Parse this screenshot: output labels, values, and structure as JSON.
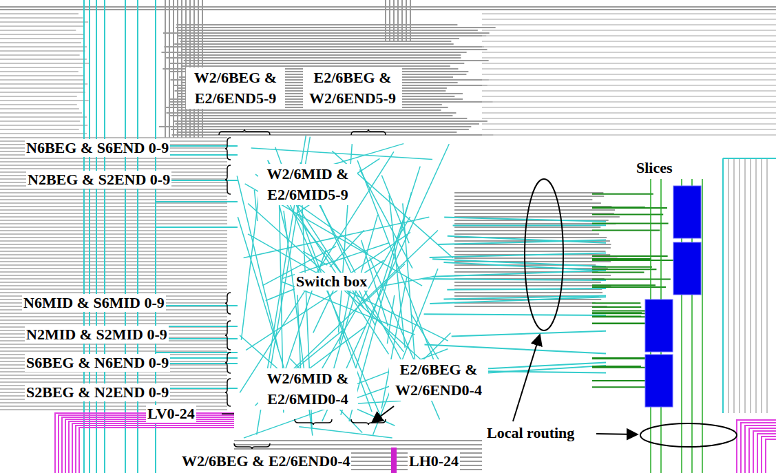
{
  "diagram": {
    "labels": [
      "W2/6BEG & E2/6END5-9",
      "E2/6BEG & W2/6END5-9",
      "N6BEG & S6END 0-9",
      "W2/6MID & E2/6MID5-9",
      "N2BEG & S2END 0-9",
      "Slices",
      "Switch box",
      "N6MID & S6MID 0-9",
      "N2MID & S2MID 0-9",
      "S6BEG & N6END 0-9",
      "W2/6MID & E2/6MID0-4",
      "E2/6BEG & W2/6END0-4",
      "S2BEG & N2END 0-9",
      "LV0-24",
      "Local routing",
      "W2/6BEG & E2/6END0-4",
      "LH0-24"
    ]
  }
}
